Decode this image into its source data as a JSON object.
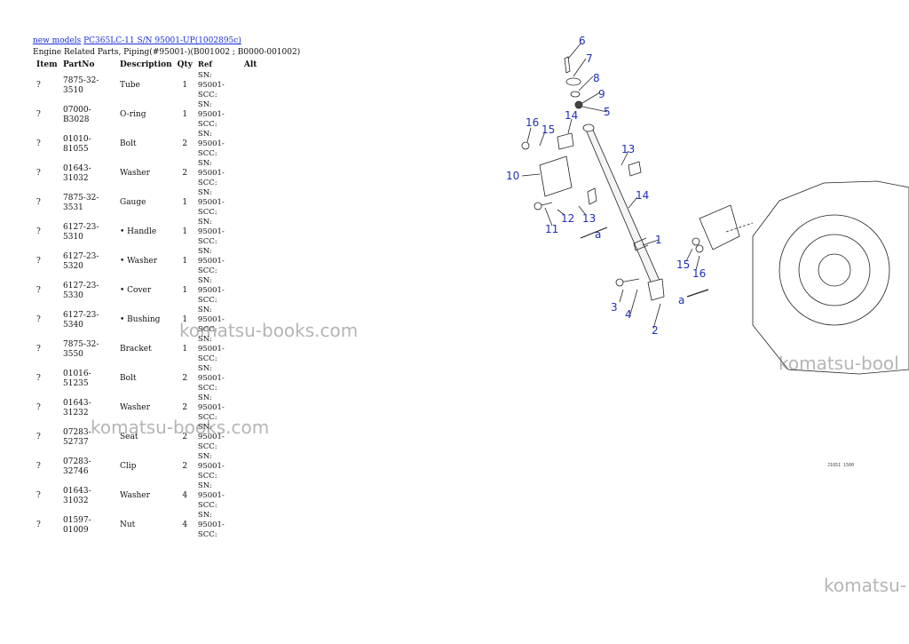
{
  "breadcrumb": {
    "link1": "new models",
    "link2": "PC365LC-11 S/N 95001-UP(1002895c)"
  },
  "subtitle": "Engine Related Parts, Piping(#95001-)(B001002 ; B0000-001002)",
  "table": {
    "headers": [
      "Item",
      "PartNo",
      "Description",
      "Qty",
      "Ref",
      "Alt"
    ],
    "rows": [
      {
        "item": "?",
        "partno": "7875-32-3510",
        "desc": "Tube",
        "qty": "1",
        "ref": "SN: 95001-SCC:"
      },
      {
        "item": "?",
        "partno": "07000-B3028",
        "desc": "O-ring",
        "qty": "1",
        "ref": "SN: 95001-SCC:"
      },
      {
        "item": "?",
        "partno": "01010-81055",
        "desc": "Bolt",
        "qty": "2",
        "ref": "SN: 95001-SCC:"
      },
      {
        "item": "?",
        "partno": "01643-31032",
        "desc": "Washer",
        "qty": "2",
        "ref": "SN: 95001-SCC:"
      },
      {
        "item": "?",
        "partno": "7875-32-3531",
        "desc": "Gauge",
        "qty": "1",
        "ref": "SN: 95001-SCC:"
      },
      {
        "item": "?",
        "partno": "6127-23-5310",
        "desc": "• Handle",
        "qty": "1",
        "ref": "SN: 95001-SCC:"
      },
      {
        "item": "?",
        "partno": "6127-23-5320",
        "desc": "• Washer",
        "qty": "1",
        "ref": "SN: 95001-SCC:"
      },
      {
        "item": "?",
        "partno": "6127-23-5330",
        "desc": "• Cover",
        "qty": "1",
        "ref": "SN: 95001-SCC:"
      },
      {
        "item": "?",
        "partno": "6127-23-5340",
        "desc": "• Bushing",
        "qty": "1",
        "ref": "SN: 95001-SCC:"
      },
      {
        "item": "?",
        "partno": "7875-32-3550",
        "desc": "Bracket",
        "qty": "1",
        "ref": "SN: 95001-SCC:"
      },
      {
        "item": "?",
        "partno": "01016-51235",
        "desc": "Bolt",
        "qty": "2",
        "ref": "SN: 95001-SCC:"
      },
      {
        "item": "?",
        "partno": "01643-31232",
        "desc": "Washer",
        "qty": "2",
        "ref": "SN: 95001-SCC:"
      },
      {
        "item": "?",
        "partno": "07283-52737",
        "desc": "Seat",
        "qty": "2",
        "ref": "SN: 95001-SCC:"
      },
      {
        "item": "?",
        "partno": "07283-32746",
        "desc": "Clip",
        "qty": "2",
        "ref": "SN: 95001-SCC:"
      },
      {
        "item": "?",
        "partno": "01643-31032",
        "desc": "Washer",
        "qty": "4",
        "ref": "SN: 95001-SCC:"
      },
      {
        "item": "?",
        "partno": "01597-01009",
        "desc": "Nut",
        "qty": "4",
        "ref": "SN: 95001-SCC:"
      }
    ]
  },
  "watermark": "komatsu-books.com",
  "watermark_right": "komatsu-bool",
  "watermark_bottom": "komatsu-",
  "diagram": {
    "callouts": [
      "6",
      "7",
      "8",
      "9",
      "5",
      "14",
      "16",
      "15",
      "13",
      "10",
      "14",
      "12",
      "13",
      "11",
      "a",
      "1",
      "15",
      "16",
      "3",
      "4",
      "2",
      "a"
    ],
    "figure_ref": "J1Q51 1500"
  },
  "colors": {
    "link": "#1a2fd6",
    "callout": "#1f2fb8",
    "watermark": "#8a8a8a"
  }
}
